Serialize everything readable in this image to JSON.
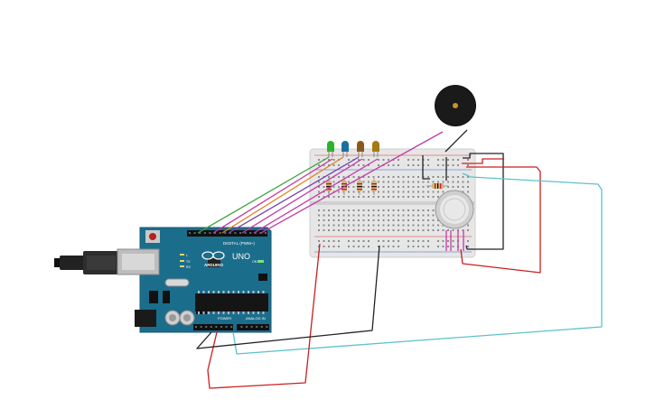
{
  "canvas": {
    "background": "#ffffff"
  },
  "arduino": {
    "model_label": "UNO",
    "brand_label": "ARDUINO",
    "digital_header_label": "DIGITAL (PWM~)",
    "power_header_label": "POWER",
    "analog_header_label": "ANALOG IN",
    "led_labels": [
      "L",
      "TX",
      "RX"
    ],
    "on_label": "ON",
    "board_color": "#1b6d8c"
  },
  "breadboard": {
    "color": "#e6e6e6"
  },
  "components": {
    "leds": [
      {
        "name": "green",
        "color": "#2bb32b"
      },
      {
        "name": "blue",
        "color": "#1a6fa0"
      },
      {
        "name": "brown",
        "color": "#8b5a1b"
      },
      {
        "name": "olive",
        "color": "#a57a12"
      }
    ],
    "piezo_color": "#111111",
    "gas_sensor_color": "#d9d9d9"
  },
  "wire_colors": {
    "red": "#cc1f1f",
    "black": "#222222",
    "cyan": "#5cc2c9",
    "magenta": "#c33aa6",
    "green": "#3aa23a",
    "orange": "#e0801f",
    "purple": "#7a3fb0"
  }
}
